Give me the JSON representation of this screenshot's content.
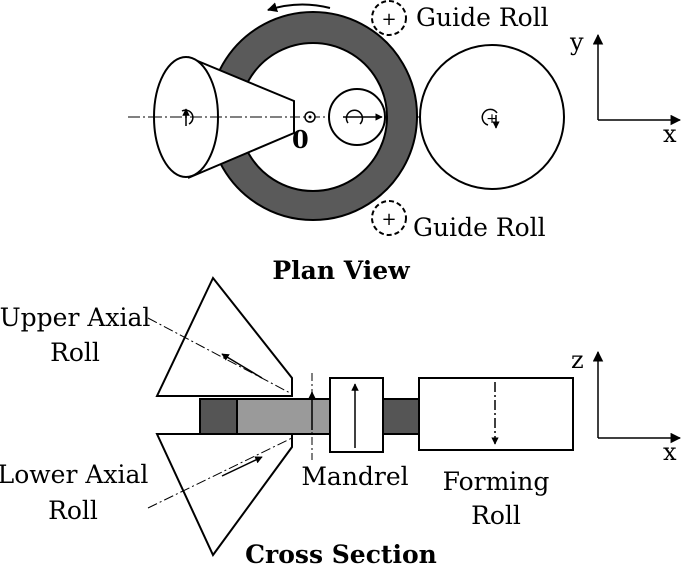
{
  "plan_view": {
    "title": "Plan View",
    "guide_roll_top": "Guide Roll",
    "guide_roll_bottom": "Guide Roll",
    "origin": "0",
    "guide_symbol": "+",
    "axes": {
      "y": "y",
      "x": "x"
    }
  },
  "cross_section": {
    "title": "Cross Section",
    "upper_axial_roll": [
      "Upper Axial",
      "Roll"
    ],
    "lower_axial_roll": [
      "Lower Axial",
      "Roll"
    ],
    "mandrel": "Mandrel",
    "forming_roll": [
      "Forming",
      "Roll"
    ],
    "axes": {
      "z": "z",
      "x": "x"
    }
  },
  "colors": {
    "ring": "#5a5a5a",
    "ring_dark": "#555555",
    "ring_light": "#9a9a9a",
    "line": "#000000"
  },
  "icons": [
    "rotation-arrow-icon",
    "guide-roll-plus-icon",
    "axis-arrow-icon"
  ]
}
